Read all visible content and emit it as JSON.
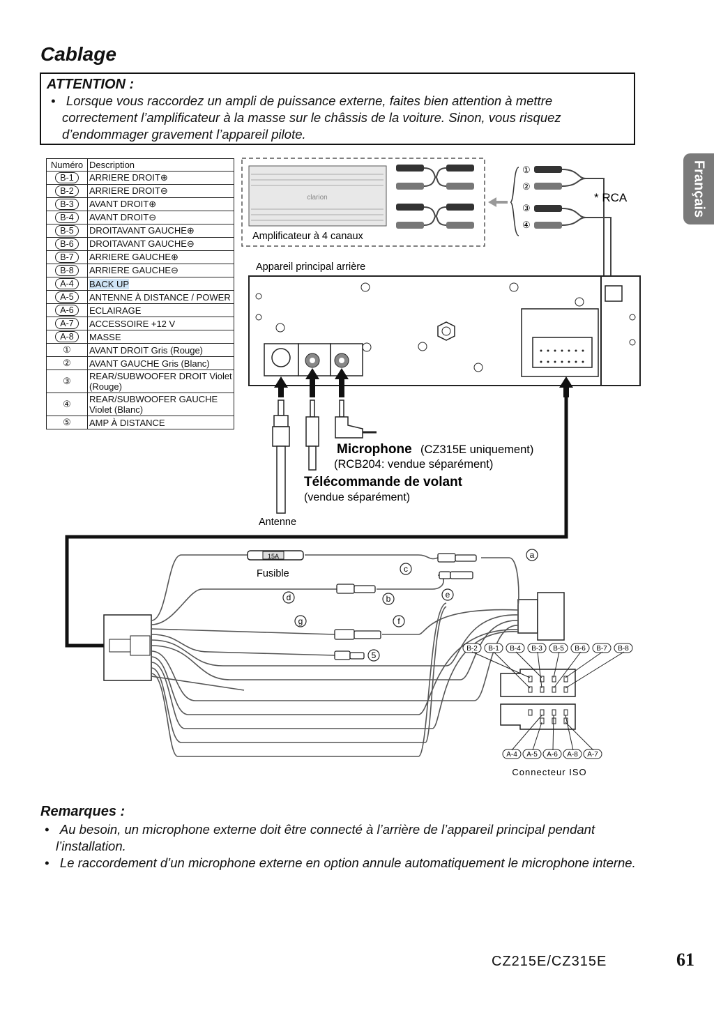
{
  "title": "Cablage",
  "attention": {
    "heading": "ATTENTION :",
    "bullet": "•",
    "text": "Lorsque vous raccordez un ampli de puissance externe, faites bien attention à mettre correctement l’amplificateur à la masse sur le châssis de la voiture. Sinon, vous risquez d’endommager gravement l’appareil pilote."
  },
  "language_tab": "Français",
  "table": {
    "header_num": "Numéro",
    "header_desc": "Description",
    "rows": [
      {
        "num": "B-1",
        "desc": "ARRIERE DROIT⊕"
      },
      {
        "num": "B-2",
        "desc": "ARRIERE DROIT⊖"
      },
      {
        "num": "B-3",
        "desc": "AVANT DROIT⊕"
      },
      {
        "num": "B-4",
        "desc": "AVANT DROIT⊖"
      },
      {
        "num": "B-5",
        "desc": "DROITAVANT GAUCHE⊕"
      },
      {
        "num": "B-6",
        "desc": "DROITAVANT GAUCHE⊖"
      },
      {
        "num": "B-7",
        "desc": "ARRIERE GAUCHE⊕"
      },
      {
        "num": "B-8",
        "desc": "ARRIERE GAUCHE⊖"
      },
      {
        "num": "A-4",
        "desc": "BACK UP"
      },
      {
        "num": "A-5",
        "desc": "ANTENNE À DISTANCE / POWER"
      },
      {
        "num": "A-6",
        "desc": "ECLAIRAGE"
      },
      {
        "num": "A-7",
        "desc": "ACCESSOIRE +12 V"
      },
      {
        "num": "A-8",
        "desc": "MASSE"
      },
      {
        "num": "①",
        "desc": "AVANT DROIT Gris (Rouge)"
      },
      {
        "num": "②",
        "desc": "AVANT GAUCHE Gris (Blanc)"
      },
      {
        "num": "③",
        "desc": "REAR/SUBWOOFER DROIT Violet (Rouge)"
      },
      {
        "num": "④",
        "desc": "REAR/SUBWOOFER GAUCHE Violet (Blanc)"
      },
      {
        "num": "⑤",
        "desc": "AMP À DISTANCE"
      }
    ]
  },
  "diagram": {
    "amp_label": "Amplificateur à 4 canaux",
    "amp_brand": "clarion",
    "rca_label": "* RCA",
    "rca_nums": [
      "①",
      "②",
      "③",
      "④"
    ],
    "main_unit_label": "Appareil principal arrière",
    "microphone_title": "Microphone",
    "microphone_note": "(CZ315E uniquement)",
    "microphone_sub": "(RCB204: vendue séparément)",
    "remote_title": "Télécommande de volant",
    "remote_sub": "(vendue séparément)",
    "antenna_label": "Antenne",
    "fuse_rating": "15A",
    "fuse_label": "Fusible",
    "letters": [
      "a",
      "b",
      "c",
      "d",
      "e",
      "f",
      "g"
    ],
    "circle5": "5",
    "iso_top": [
      "B-2",
      "B-1",
      "B-4",
      "B-3",
      "B-5",
      "B-6",
      "B-7",
      "B-8"
    ],
    "iso_bottom": [
      "A-4",
      "A-5",
      "A-6",
      "A-8",
      "A-7"
    ],
    "iso_label": "Connecteur ISO"
  },
  "remarks": {
    "heading": "Remarques :",
    "items": [
      "Au besoin, un microphone externe doit être connecté à l’arrière de l’appareil principal pendant l’installation.",
      "Le raccordement d’un microphone externe en option annule automatiquement le microphone interne."
    ]
  },
  "footer": {
    "model": "CZ215E/CZ315E",
    "page": "61"
  }
}
